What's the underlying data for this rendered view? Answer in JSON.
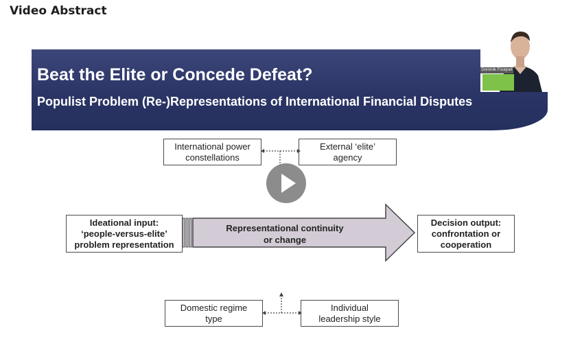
{
  "page": {
    "title": "Video Abstract"
  },
  "slide": {
    "title": "Beat the Elite or Concede Defeat?",
    "subtitle": "Populist Problem (Re-)Representations of International Financial Disputes",
    "presenter_name_tag": "Dominik Fouquet",
    "boxes": {
      "international_power": "International power\nconstellations",
      "external_elite": "External ‘elite’\nagency",
      "ideational_input": "Ideational input:\n‘people-versus-elite’\nproblem representation",
      "decision_output": "Decision output:\nconfrontation or\ncooperation",
      "domestic_regime": "Domestic regime\ntype",
      "individual_leadership": "Individual\nleadership style"
    },
    "arrow_label": "Representational continuity\nor change"
  },
  "colors": {
    "banner": "#2b3566",
    "arrow_fill": "#d3ccd6",
    "webcam_green": "#7ec24a",
    "play_button": "#787878"
  },
  "icons": {
    "play": "play-icon"
  }
}
